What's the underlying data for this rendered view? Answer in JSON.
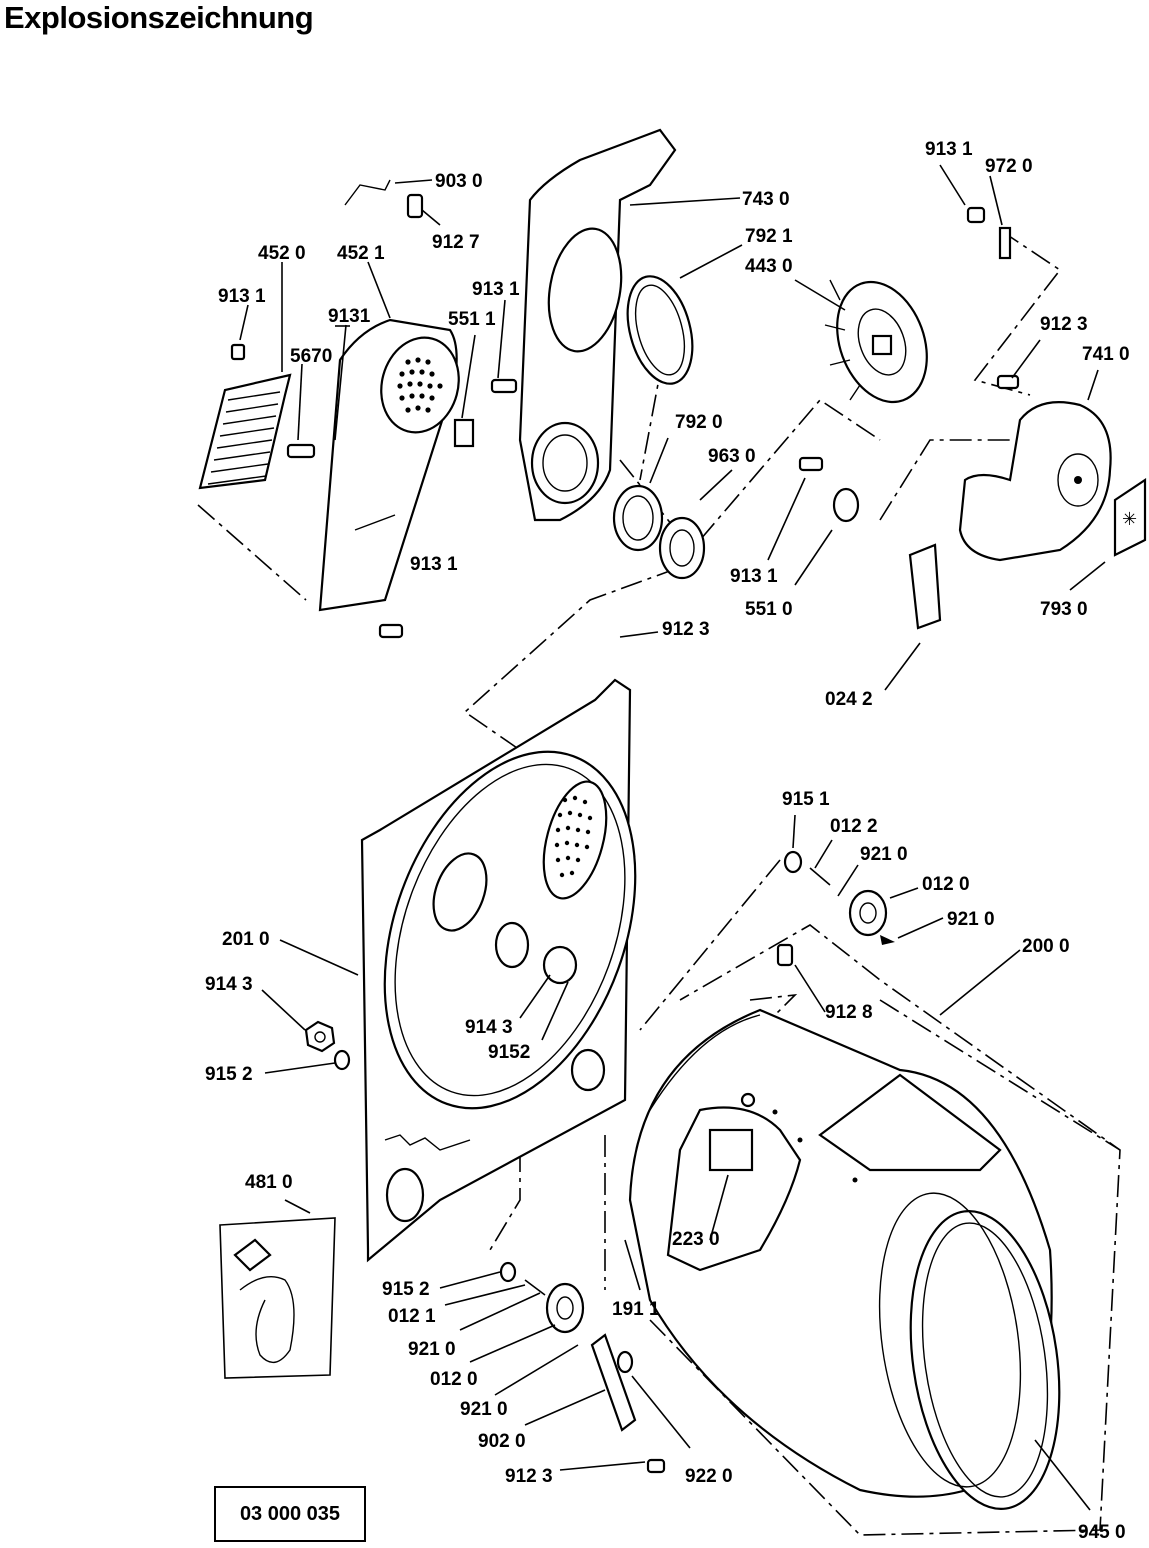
{
  "title": "Explosionszeichnung",
  "doc_number": "03 000 035",
  "labels": {
    "p9030": "903 0",
    "p9127": "912 7",
    "p4520": "452 0",
    "p4521": "452 1",
    "p9131_a": "913 1",
    "p9131_b": "9131",
    "p5670": "5670",
    "p5511": "551 1",
    "p9131_c": "913 1",
    "p9131_d": "913 1",
    "p7430": "743 0",
    "p7921": "792 1",
    "p4430": "443 0",
    "p7920": "792 0",
    "p9630": "963 0",
    "p9131_e": "913 1",
    "p9720": "972 0",
    "p9123_a": "912 3",
    "p7410": "741 0",
    "p9131_f": "913 1",
    "p5510": "551 0",
    "p7930": "793 0",
    "p0242": "024 2",
    "p9123_b": "912 3",
    "p9151": "915 1",
    "p0122": "012 2",
    "p9210_a": "921 0",
    "p0120_a": "012 0",
    "p9210_b": "921 0",
    "p2010": "201 0",
    "p2000": "200 0",
    "p9143_a": "914 3",
    "p9128": "912 8",
    "p9143_b": "914 3",
    "p9152_a": "9152",
    "p9152_b": "915 2",
    "p4810": "481 0",
    "p2230": "223 0",
    "p9152_c": "915 2",
    "p0121": "012 1",
    "p1911": "191 1",
    "p9210_c": "921 0",
    "p0120_b": "012 0",
    "p9210_d": "921 0",
    "p9020": "902 0",
    "p9123_c": "912 3",
    "p9220": "922 0",
    "p9450": "945 0"
  }
}
